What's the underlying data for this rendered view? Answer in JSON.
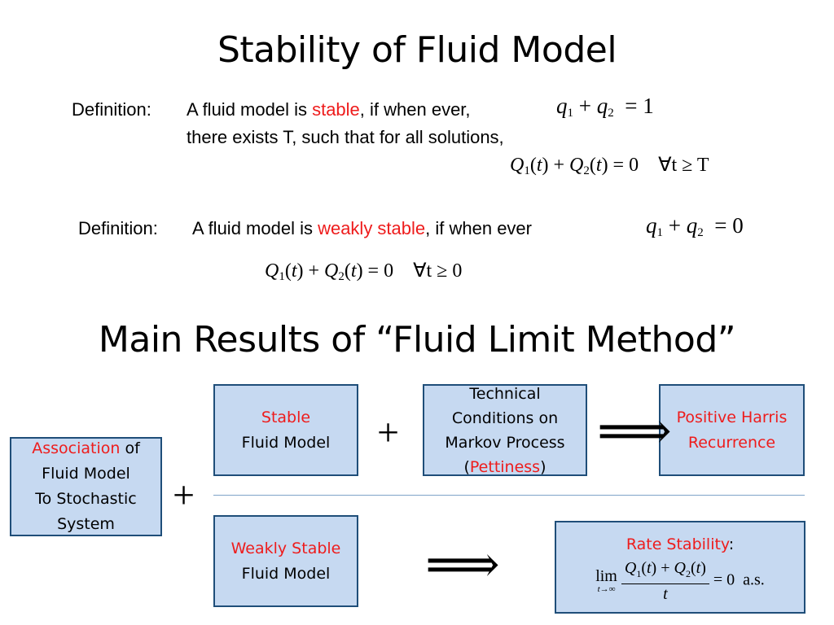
{
  "title": "Stability of Fluid Model",
  "def1": {
    "label": "Definition:",
    "prefix": "A fluid model is ",
    "keyword": "stable",
    "suffix": ", if when ever,",
    "line2": "there exists T, such that for all solutions,"
  },
  "def2": {
    "label": "Definition:",
    "prefix": "A fluid model is ",
    "keyword": "weakly stable",
    "suffix": ", if when ever"
  },
  "title2": "Main Results of “Fluid Limit Method”",
  "boxes": {
    "association": {
      "red": "Association",
      "rest": " of",
      "line2": "Fluid Model",
      "line3": "To Stochastic",
      "line4": "System"
    },
    "stable": {
      "red": "Stable",
      "line2": "Fluid Model"
    },
    "technical": {
      "line1": "Technical",
      "line2": "Conditions on",
      "line3": "Markov Process",
      "open": "(",
      "red": "Pettiness",
      "close": ")"
    },
    "harris": {
      "line1": "Positive Harris",
      "line2": "Recurrence"
    },
    "weakly": {
      "red": "Weakly Stable",
      "line2": "Fluid Model"
    },
    "rate": {
      "red": "Rate Stability",
      "colon": ":",
      "lim": "lim",
      "lim_sub": "t→∞",
      "as": "a.s."
    }
  },
  "symbols": {
    "plus": "+",
    "implies": "⟹"
  },
  "colors": {
    "accent_red": "#ee1c1c",
    "box_fill": "#c6d9f1",
    "box_border": "#1f4e79"
  }
}
